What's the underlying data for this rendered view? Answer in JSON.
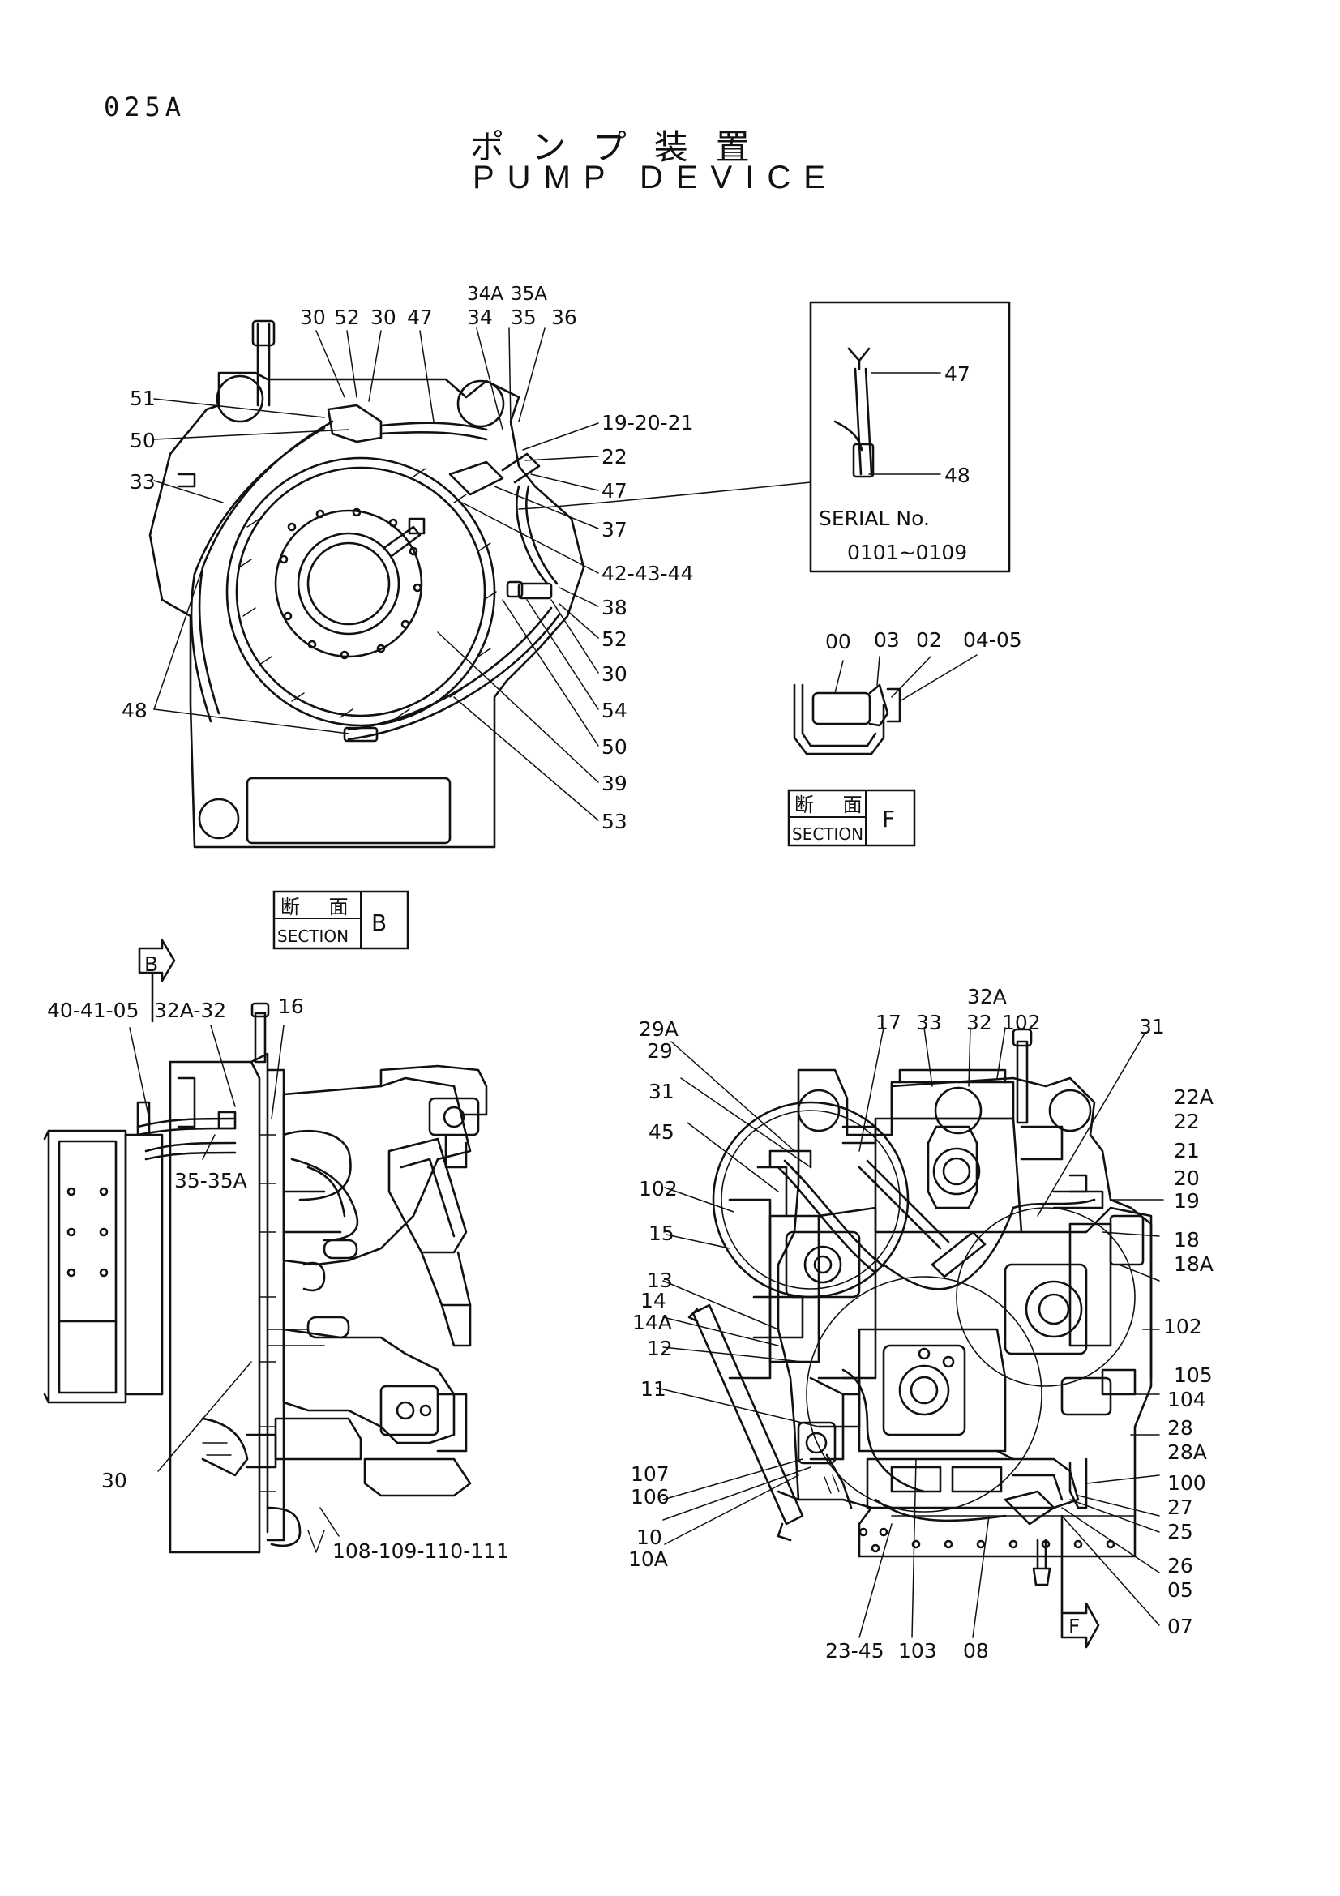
{
  "page_code": "025A",
  "title_jp": "ポンプ装置",
  "title_en": "PUMP DEVICE",
  "section_b": {
    "jp": "断 面",
    "en": "SECTION",
    "letter": "B"
  },
  "section_f": {
    "jp": "断 面",
    "en": "SECTION",
    "letter": "F"
  },
  "inset": {
    "serial_label": "SERIAL No.",
    "serial_range": "0101~0109",
    "labels": [
      "47",
      "48"
    ]
  },
  "section_b_labels": [
    "30",
    "52",
    "30",
    "47",
    "34A",
    "35A",
    "34",
    "35",
    "36",
    "19-20-21",
    "22",
    "47",
    "37",
    "42-43-44",
    "38",
    "52",
    "30",
    "54",
    "50",
    "39",
    "53",
    "51",
    "50",
    "33",
    "48"
  ],
  "section_f_labels": [
    "00",
    "03",
    "02",
    "04-05"
  ],
  "side_view_labels": [
    "B",
    "40-41-05",
    "32A-32",
    "16",
    "35-35A",
    "30",
    "108-109-110-111"
  ],
  "front_view_labels": [
    "32A",
    "29A",
    "29",
    "17",
    "33",
    "32",
    "102",
    "31",
    "22A",
    "22",
    "21",
    "20",
    "19",
    "18",
    "18A",
    "102",
    "105",
    "104",
    "28",
    "28A",
    "100",
    "27",
    "25",
    "26",
    "05",
    "07",
    "31",
    "45",
    "102",
    "15",
    "13",
    "14",
    "14A",
    "12",
    "11",
    "107",
    "106",
    "10",
    "10A",
    "23-45",
    "103",
    "08",
    "F"
  ]
}
